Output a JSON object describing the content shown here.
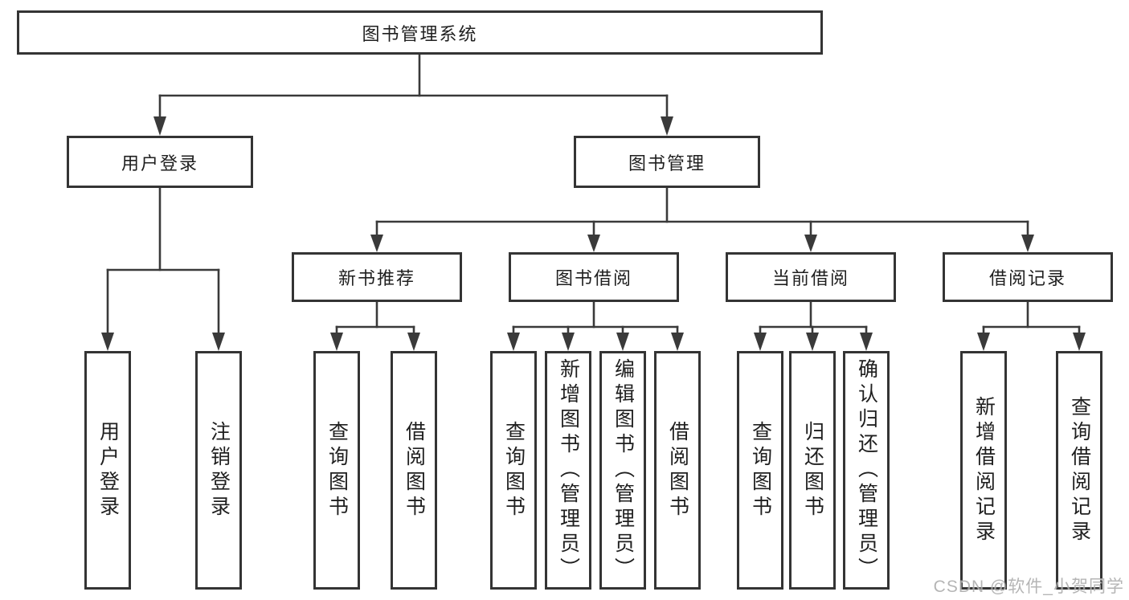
{
  "diagram": {
    "type": "hierarchy-tree",
    "orientation": "top-down",
    "colors": {
      "background": "#ffffff",
      "line": "#3a3a3a",
      "box_border": "#343434",
      "text": "#1f1f1f",
      "watermark": "#a9a9a9"
    },
    "tree": {
      "root": {
        "label": "图书管理系统"
      },
      "branches": [
        {
          "label": "用户登录",
          "children": [
            {
              "label": "用户登录"
            },
            {
              "label": "注销登录"
            }
          ]
        },
        {
          "label": "图书管理",
          "children": [
            {
              "label": "新书推荐",
              "children": [
                {
                  "label": "查询图书"
                },
                {
                  "label": "借阅图书"
                }
              ]
            },
            {
              "label": "图书借阅",
              "children": [
                {
                  "label": "查询图书"
                },
                {
                  "label": "新增图书（管理员）"
                },
                {
                  "label": "编辑图书（管理员）"
                },
                {
                  "label": "借阅图书"
                }
              ]
            },
            {
              "label": "当前借阅",
              "children": [
                {
                  "label": "查询图书"
                },
                {
                  "label": "归还图书"
                },
                {
                  "label": "确认归还（管理员）"
                }
              ]
            },
            {
              "label": "借阅记录",
              "children": [
                {
                  "label": "新增借阅记录"
                },
                {
                  "label": "查询借阅记录"
                }
              ]
            }
          ]
        }
      ]
    },
    "watermark": {
      "text": "CSDN @软件_小贺同学"
    }
  }
}
